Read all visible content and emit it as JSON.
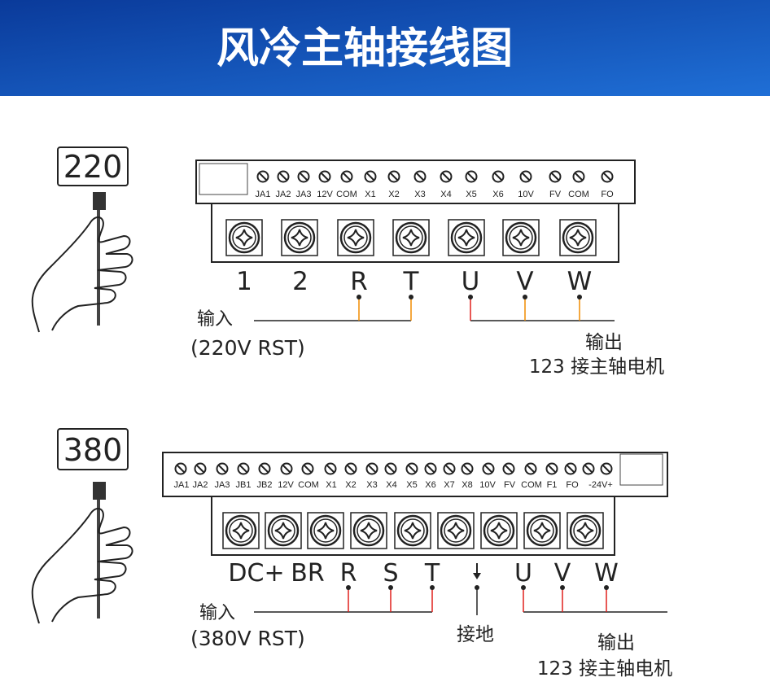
{
  "header": {
    "title": "风冷主轴接线图",
    "colors": {
      "from": "#0a3a9a",
      "to": "#1f6fd6"
    }
  },
  "wire_colors": {
    "orange": "#f08a00",
    "red": "#e0201c"
  },
  "diagram_220": {
    "voltage_badge": "220",
    "control_terminals": [
      "JA1",
      "JA2",
      "JA3",
      "12V",
      "COM",
      "X1",
      "X2",
      "X3",
      "X4",
      "X5",
      "X6",
      "10V",
      "FV",
      "COM",
      "FO"
    ],
    "power_terminals": [
      "1",
      "2",
      "R",
      "T",
      "U",
      "V",
      "W"
    ],
    "input_label": "输入",
    "input_spec": "(220V RST)",
    "output_label": "输出",
    "output_desc": "123 接主轴电机"
  },
  "diagram_380": {
    "voltage_badge": "380",
    "control_terminals": [
      "JA1",
      "JA2",
      "JA3",
      "JB1",
      "JB2",
      "12V",
      "COM",
      "X1",
      "X2",
      "X3",
      "X4",
      "X5",
      "X6",
      "X7",
      "X8",
      "10V",
      "FV",
      "COM",
      "F1",
      "FO",
      "-24V+"
    ],
    "power_terminals": [
      "DC+",
      "BR",
      "R",
      "S",
      "T",
      "⏚",
      "U",
      "V",
      "W"
    ],
    "input_label": "输入",
    "input_spec": "(380V RST)",
    "ground_label": "接地",
    "output_label": "输出",
    "output_desc": "123 接主轴电机"
  }
}
